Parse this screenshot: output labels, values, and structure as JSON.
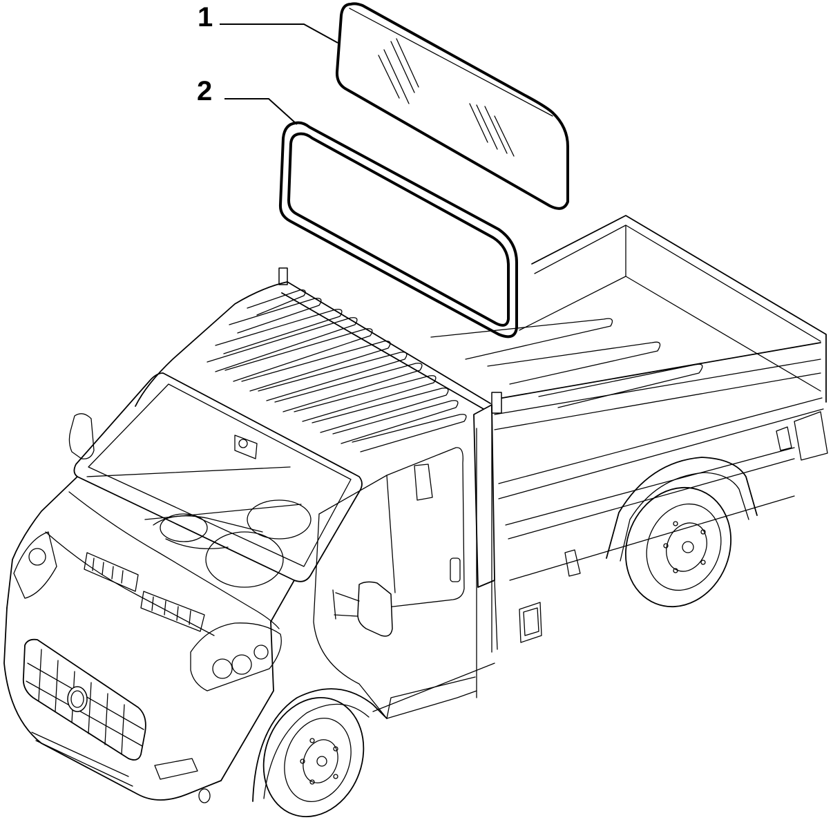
{
  "diagram": {
    "callouts": [
      {
        "id": "1",
        "label": "1",
        "part": "rear-window-glass"
      },
      {
        "id": "2",
        "label": "2",
        "part": "rear-window-seal"
      }
    ]
  },
  "icons": {
    "grille_logo": "fiat-badge-icon"
  },
  "colors": {
    "line": "#000000",
    "background": "#ffffff"
  }
}
